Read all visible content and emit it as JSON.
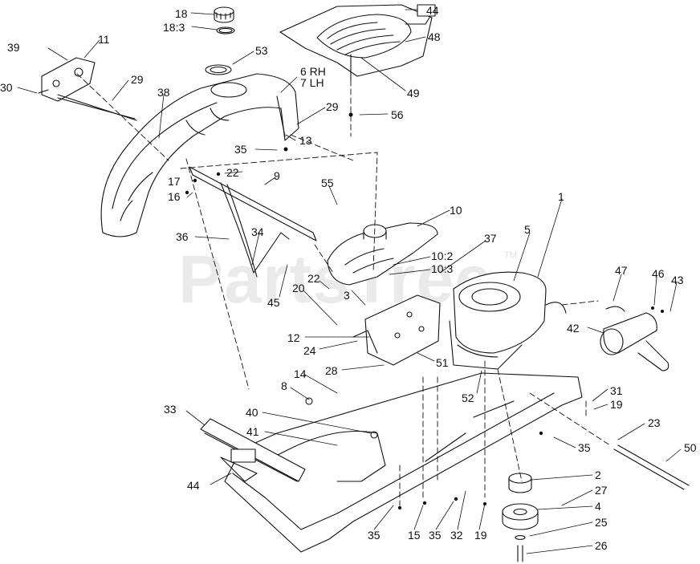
{
  "watermark": {
    "text": "PartsTree",
    "tm": "TM"
  },
  "callouts": [
    {
      "id": "c18",
      "text": "18"
    },
    {
      "id": "c18_3",
      "text": "18:3"
    },
    {
      "id": "c44a",
      "text": "44"
    },
    {
      "id": "c48",
      "text": "48"
    },
    {
      "id": "c39",
      "text": "39"
    },
    {
      "id": "c11",
      "text": "11"
    },
    {
      "id": "c53",
      "text": "53"
    },
    {
      "id": "c6rh",
      "text": "6 RH"
    },
    {
      "id": "c7lh",
      "text": "7 LH"
    },
    {
      "id": "c49",
      "text": "49"
    },
    {
      "id": "c30",
      "text": "30"
    },
    {
      "id": "c29a",
      "text": "29"
    },
    {
      "id": "c38",
      "text": "38"
    },
    {
      "id": "c29b",
      "text": "29"
    },
    {
      "id": "c56",
      "text": "56"
    },
    {
      "id": "c13",
      "text": "13"
    },
    {
      "id": "c35a",
      "text": "35"
    },
    {
      "id": "c22a",
      "text": "22"
    },
    {
      "id": "c9",
      "text": "9"
    },
    {
      "id": "c17",
      "text": "17"
    },
    {
      "id": "c16",
      "text": "16"
    },
    {
      "id": "c55",
      "text": "55"
    },
    {
      "id": "c10",
      "text": "10"
    },
    {
      "id": "c1",
      "text": "1"
    },
    {
      "id": "c36",
      "text": "36"
    },
    {
      "id": "c34",
      "text": "34"
    },
    {
      "id": "c5",
      "text": "5"
    },
    {
      "id": "c37",
      "text": "37"
    },
    {
      "id": "c10_2",
      "text": "10:2"
    },
    {
      "id": "c10_3",
      "text": "10:3"
    },
    {
      "id": "c22b",
      "text": "22"
    },
    {
      "id": "c20",
      "text": "20"
    },
    {
      "id": "c3",
      "text": "3"
    },
    {
      "id": "c47",
      "text": "47"
    },
    {
      "id": "c46",
      "text": "46"
    },
    {
      "id": "c43",
      "text": "43"
    },
    {
      "id": "c45",
      "text": "45"
    },
    {
      "id": "c42",
      "text": "42"
    },
    {
      "id": "c12",
      "text": "12"
    },
    {
      "id": "c24",
      "text": "24"
    },
    {
      "id": "c51",
      "text": "51"
    },
    {
      "id": "c28",
      "text": "28"
    },
    {
      "id": "c14",
      "text": "14"
    },
    {
      "id": "c8",
      "text": "8"
    },
    {
      "id": "c52",
      "text": "52"
    },
    {
      "id": "c31",
      "text": "31"
    },
    {
      "id": "c19a",
      "text": "19"
    },
    {
      "id": "c33",
      "text": "33"
    },
    {
      "id": "c40",
      "text": "40"
    },
    {
      "id": "c23",
      "text": "23"
    },
    {
      "id": "c41",
      "text": "41"
    },
    {
      "id": "c35b",
      "text": "35"
    },
    {
      "id": "c50",
      "text": "50"
    },
    {
      "id": "c2",
      "text": "2"
    },
    {
      "id": "c44b",
      "text": "44"
    },
    {
      "id": "c27",
      "text": "27"
    },
    {
      "id": "c4",
      "text": "4"
    },
    {
      "id": "c25",
      "text": "25"
    },
    {
      "id": "c26",
      "text": "26"
    },
    {
      "id": "c35c",
      "text": "35"
    },
    {
      "id": "c15",
      "text": "15"
    },
    {
      "id": "c35d",
      "text": "35"
    },
    {
      "id": "c32",
      "text": "32"
    },
    {
      "id": "c19b",
      "text": "19"
    }
  ]
}
